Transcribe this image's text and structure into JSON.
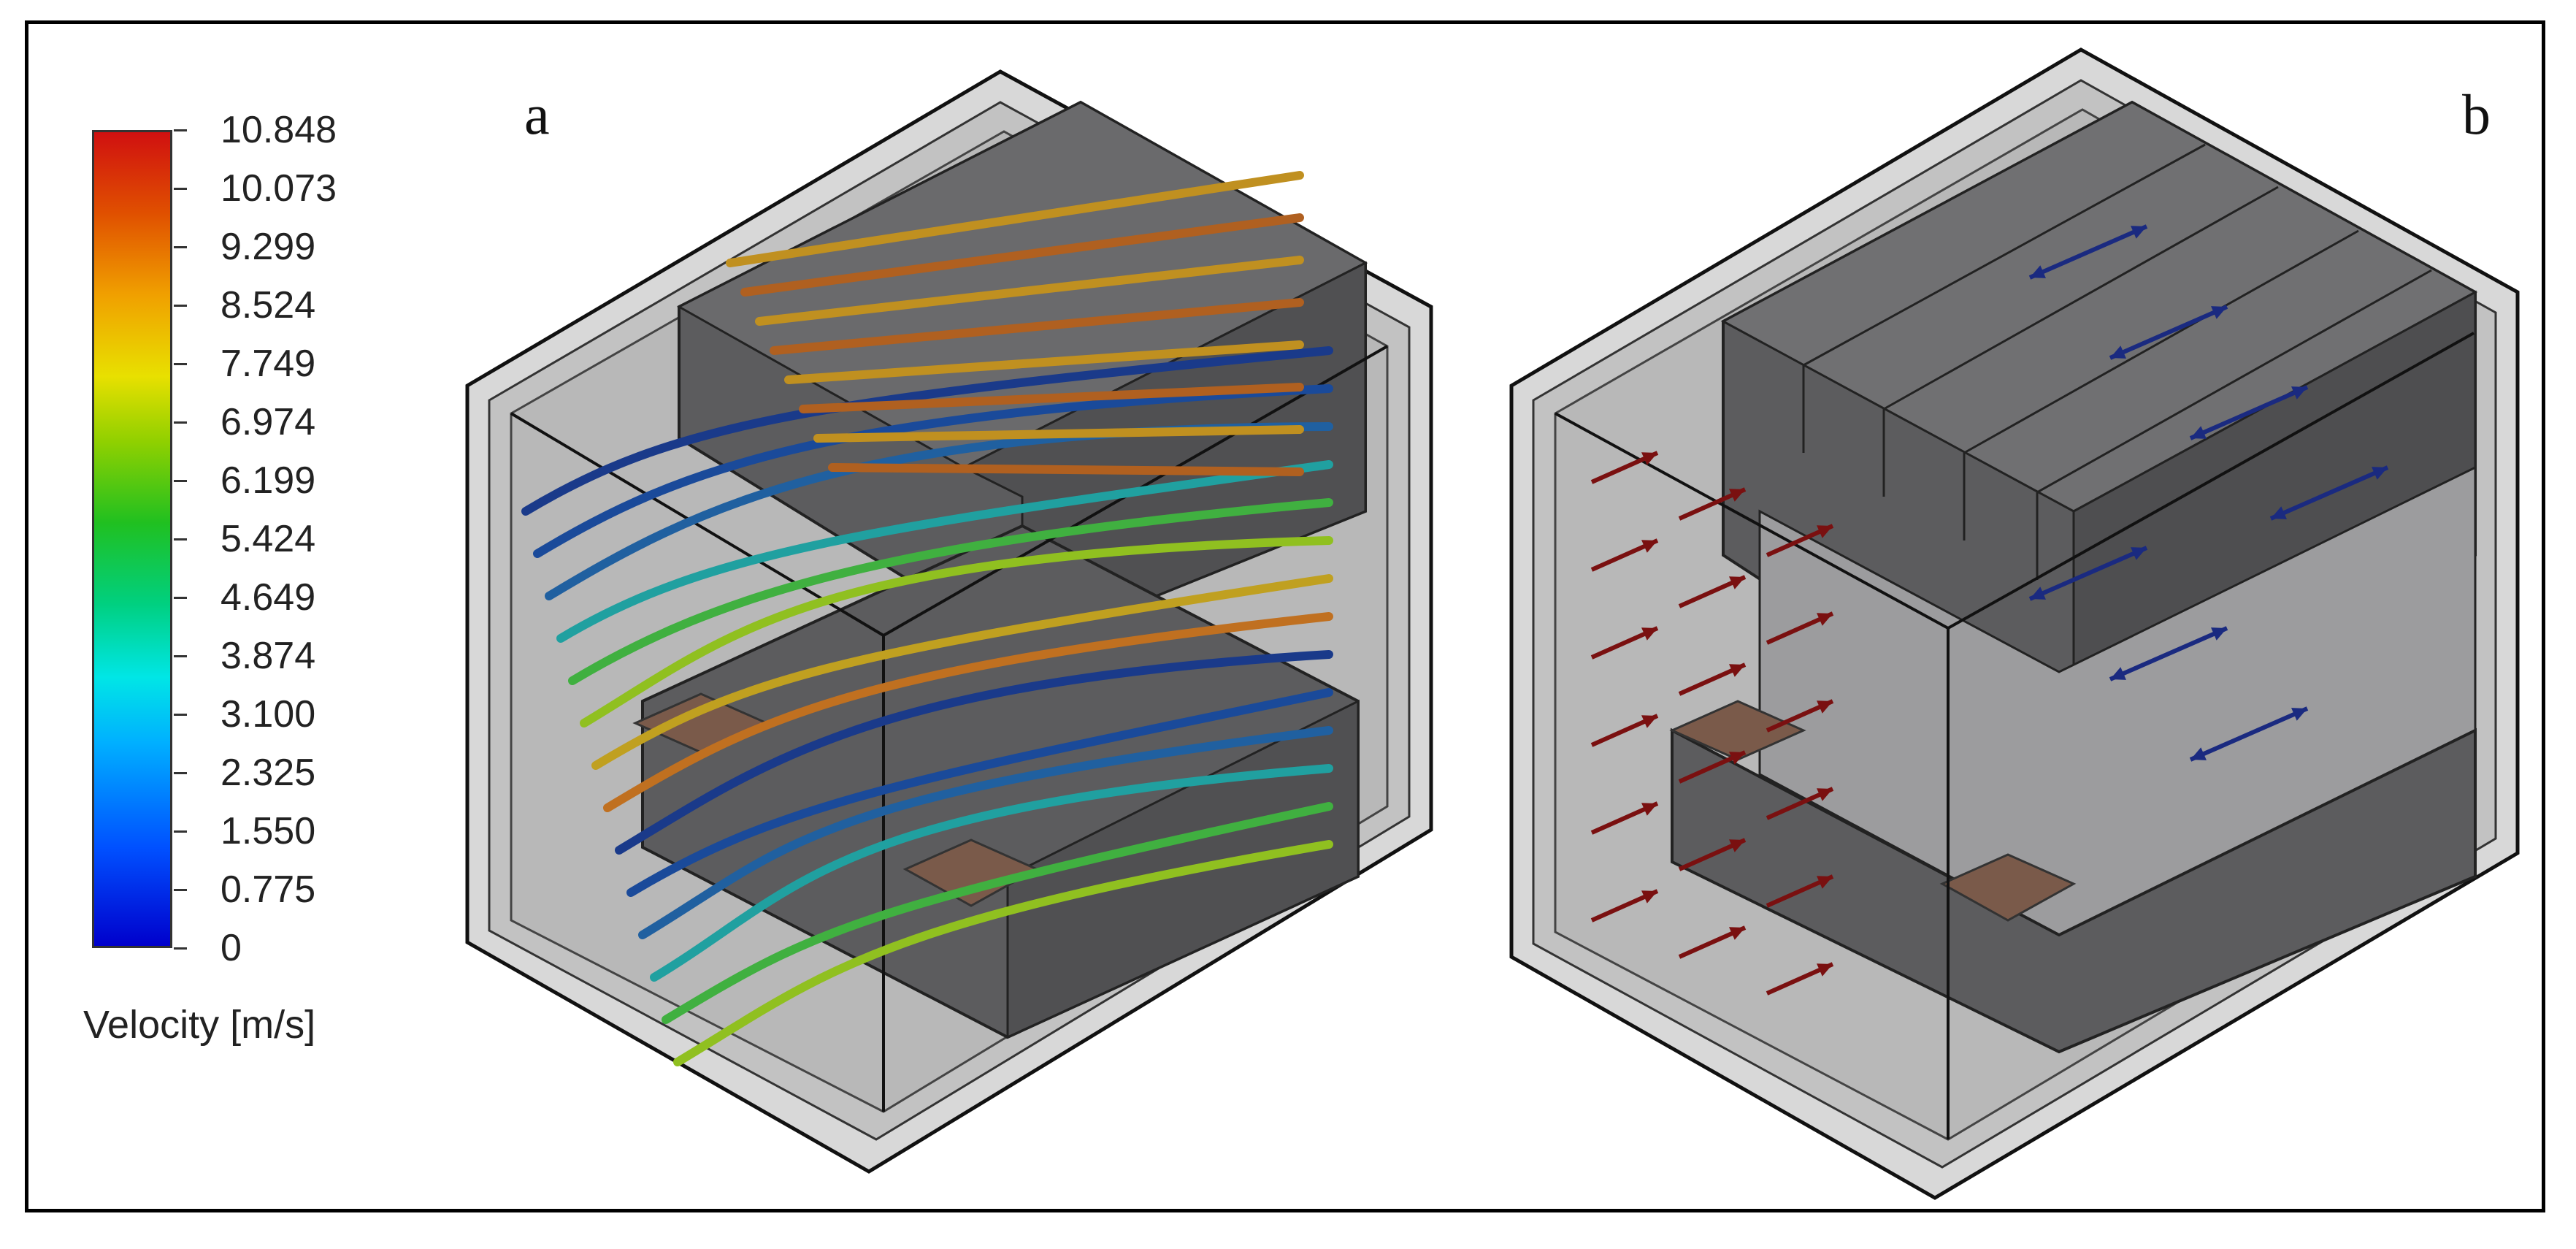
{
  "panels": {
    "left": "a",
    "right": "b"
  },
  "legend": {
    "title": "Velocity [m/s]",
    "ticks": [
      "10.848",
      "10.073",
      "9.299",
      "8.524",
      "7.749",
      "6.974",
      "6.199",
      "5.424",
      "4.649",
      "3.874",
      "3.100",
      "2.325",
      "1.550",
      "0.775",
      "0"
    ],
    "colors": {
      "max": "#d01010",
      "high": "#f0a000",
      "mid_high": "#e8e000",
      "mid": "#20c020",
      "mid_low": "#00e6e6",
      "low": "#0050ff",
      "min": "#0000cc"
    }
  },
  "colors": {
    "housing": "#c8c8c8",
    "fin": "#5c5c5e",
    "plate": "#7a5a4a",
    "inlet_arrow": "#7a1010",
    "outlet_arrow": "#1a2a80"
  }
}
